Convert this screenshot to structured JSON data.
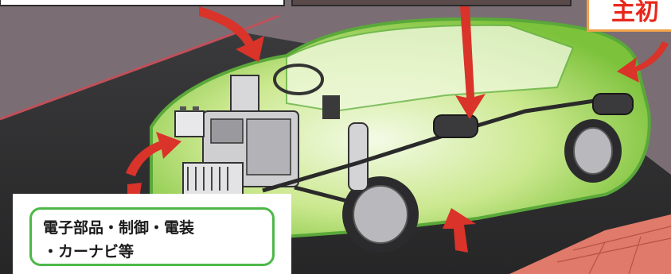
{
  "labels": {
    "electronics_line1": "電子部品・制御・電装",
    "electronics_line2": "・カーナビ等",
    "partial_top_right": "主初"
  },
  "colors": {
    "road": "#2f2f31",
    "ground": "#7a6e74",
    "car_glow": "#9bd24a",
    "arrow_red": "#d9332a",
    "label_border": "#4db848",
    "partial_border": "#f0a24a",
    "brick": "#e07a6a"
  }
}
